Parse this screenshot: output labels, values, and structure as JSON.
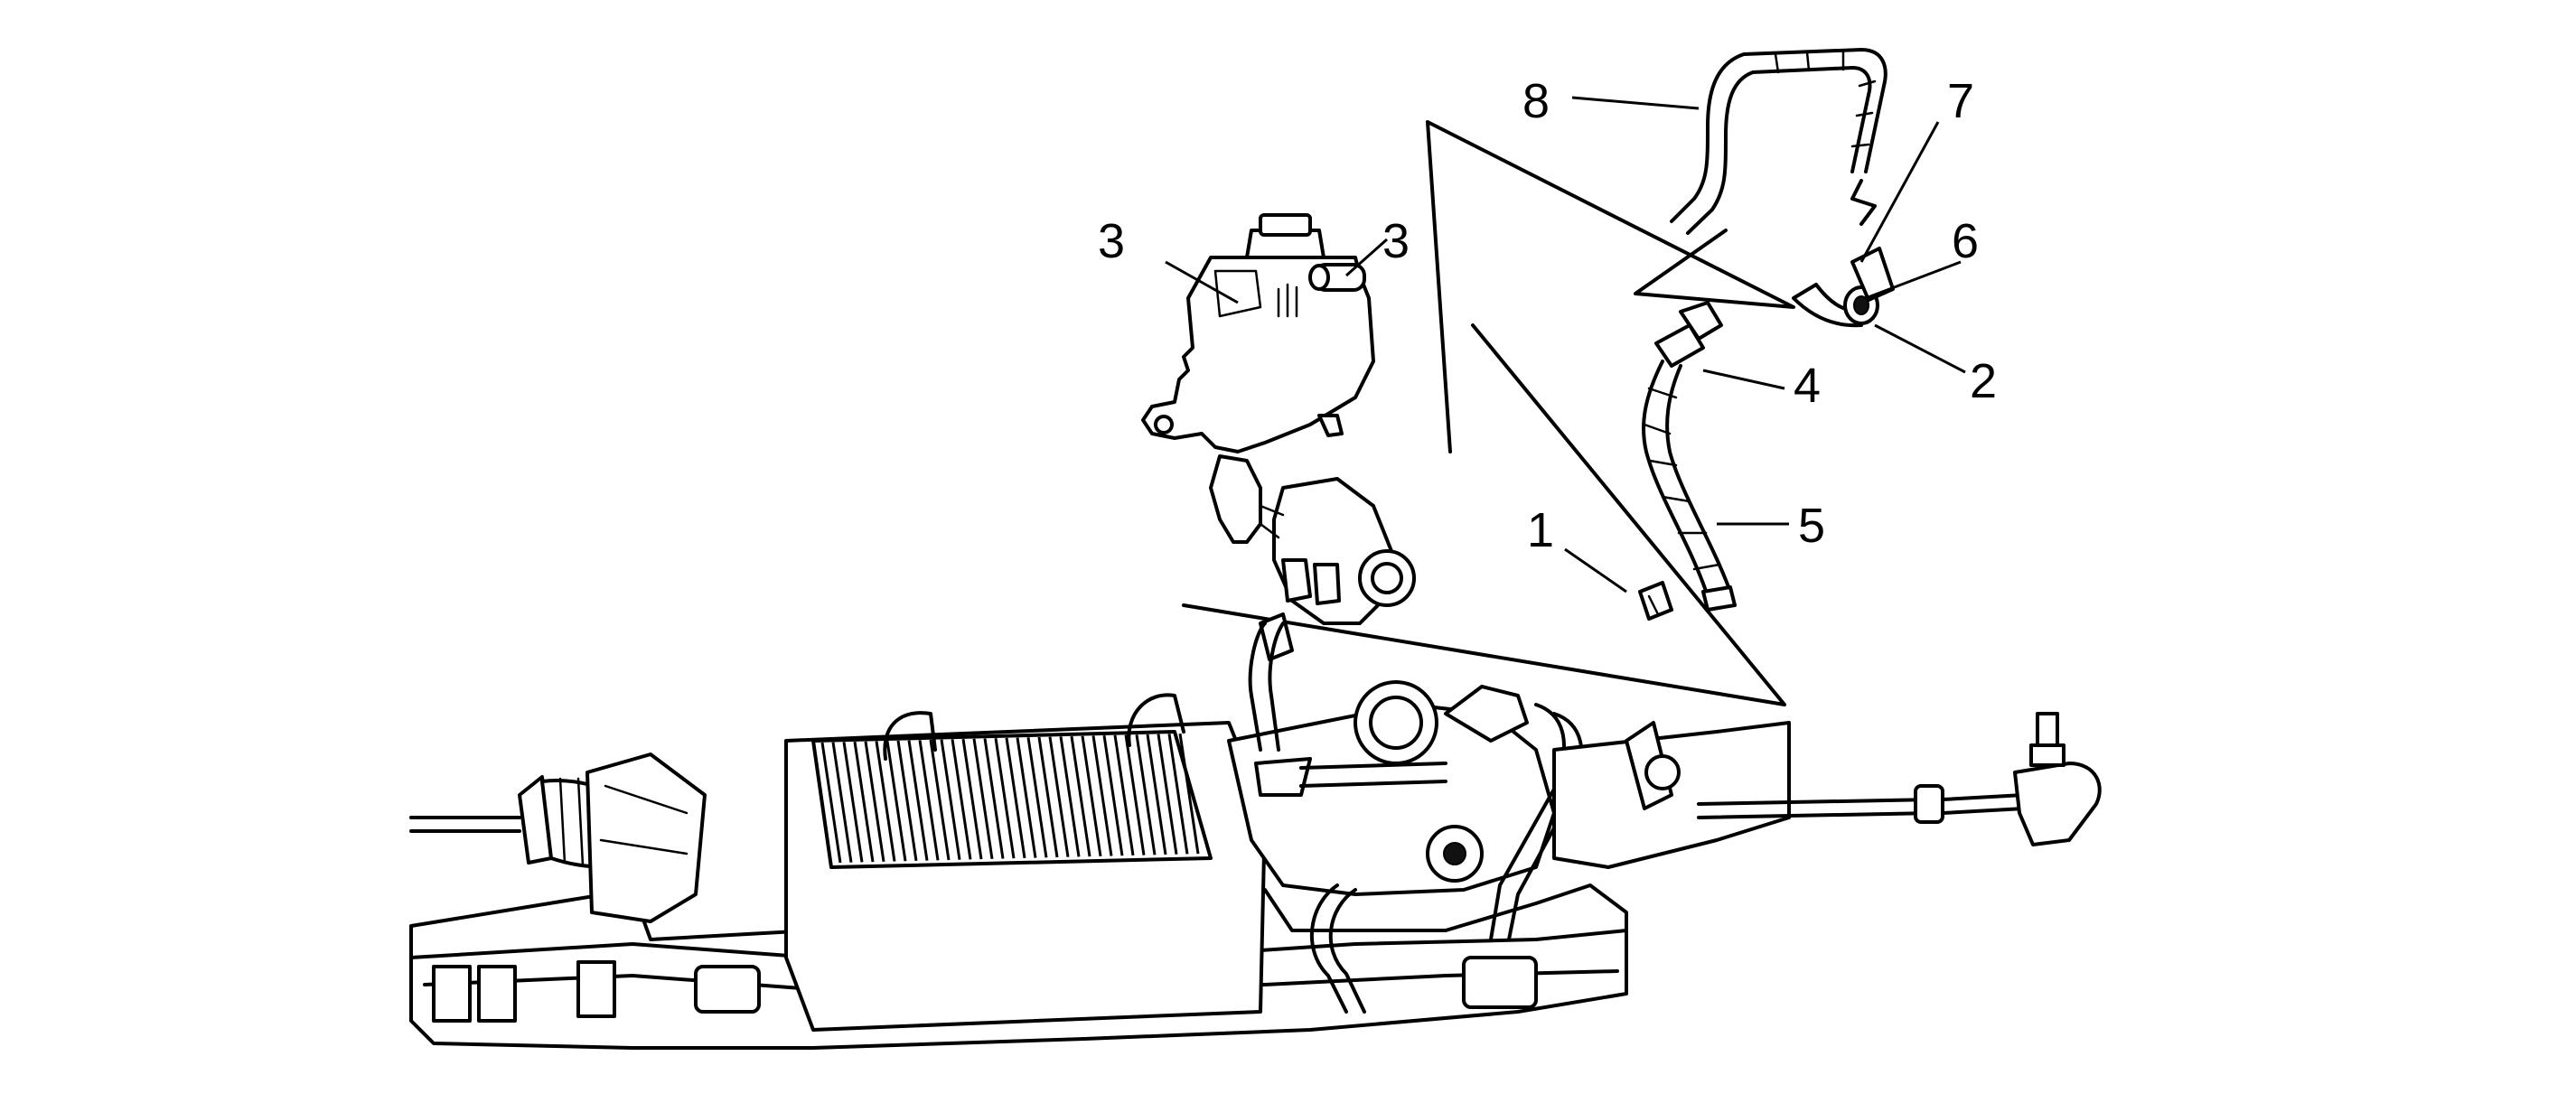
{
  "diagram": {
    "callouts": [
      "1",
      "2",
      "3",
      "3",
      "4",
      "5",
      "6",
      "7",
      "8"
    ]
  }
}
